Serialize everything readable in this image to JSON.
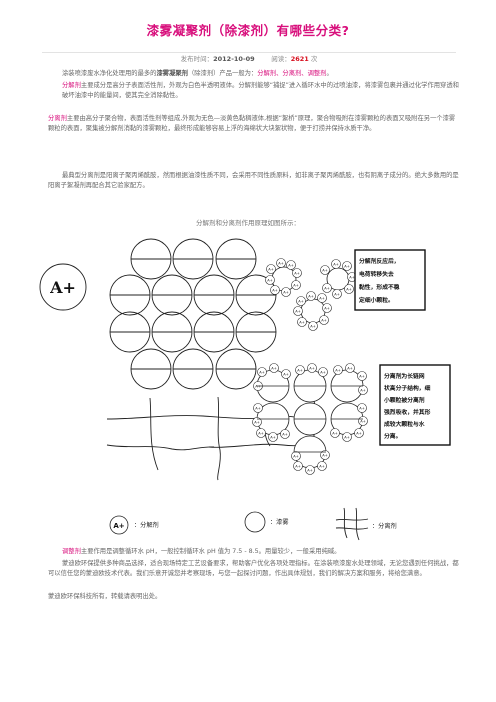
{
  "article": {
    "title": "漆雾凝聚剂（除漆剂）有哪些分类?",
    "meta": {
      "date_label": "发布时间：",
      "date_value": "2012-10-09",
      "views_label": "阅读：",
      "views_value": "2621",
      "views_unit": "次"
    },
    "intro": {
      "before": "涂装喷漆废水净化处理用的最多的",
      "strong": "漆雾凝聚剂",
      "mid": "（除漆剂）产品一般为：",
      "types": "分解剂、分离剂、调整剂",
      "after": "。"
    },
    "p_decompose": {
      "term": "分解剂",
      "text": "主要成分是高分子表面活性剂，外观为白色半透明液体。分解剂能够“捕捉”进入循环水中的过喷油漆，将漆雾包裹并通过化学作用穿透和破坏油漆中的能量间，使其完全消除黏性。"
    },
    "p_separate": {
      "term": "分离剂",
      "text": "主要由高分子聚合物，表面活性剂等组成,外观为无色—淡黄色黏稠液体,根据“絮桥”原理，聚合物吸附在漆雾颗粒的表面又吸附在另一个漆雾颗粒的表面，聚集被分解剂消黏的漆雾颗粒，最终形成能够容易上浮的海绵状大块絮状物，便于打捞并保持水质干净。"
    },
    "p_types": "最典型分离剂是阳离子聚丙烯酰胺，然而根据油漆性质不同，会采用不同性质原料，如非离子聚丙烯酰胺，也有阴离子成分的。绝大多数用的是阳离子絮凝剂再配合其它验家配方。",
    "diagram": {
      "caption": "分解剂和分离剂作用原理如图所示：",
      "big_label": "A+",
      "cell_label": "A+",
      "box1": [
        "分解剂反应后，",
        "电荷转移失去",
        "黏性，形成不稳",
        "定细小颗粒。"
      ],
      "box2": [
        "分离剂为长链网",
        "状高分子结构，细",
        "小颗粒被分离剂",
        "强烈吸收，并其形",
        "成较大颗粒与水",
        "分离。"
      ],
      "legend": {
        "a_symbol": "A+",
        "a_text": "：分解剂",
        "paint_text": "：漆雾",
        "sep_text": "：分离剂"
      }
    },
    "p_adjust": {
      "term": "调整剂",
      "text": "主要作用是调整循环水 pH，一般控制循环水 pH 值为 7.5 - 8.5。用量较少，一般采用纯碱。"
    },
    "p_company": "蒙迪欧环保提供多种商品选择，适合现场特定工艺设备要求，帮助客户优化各项处理指标。在涂装喷漆废水处理领域，无论您遇到任何挑战，都可以信任您的蒙迪欧技术代表。我们乐意开诚您并考察现场，与您一起探讨问题，作出具体规划，我们的解决方案和服务，将给您满意。",
    "p_copyright": "蒙迪欧环保科技所有，转载请表明出处。"
  }
}
